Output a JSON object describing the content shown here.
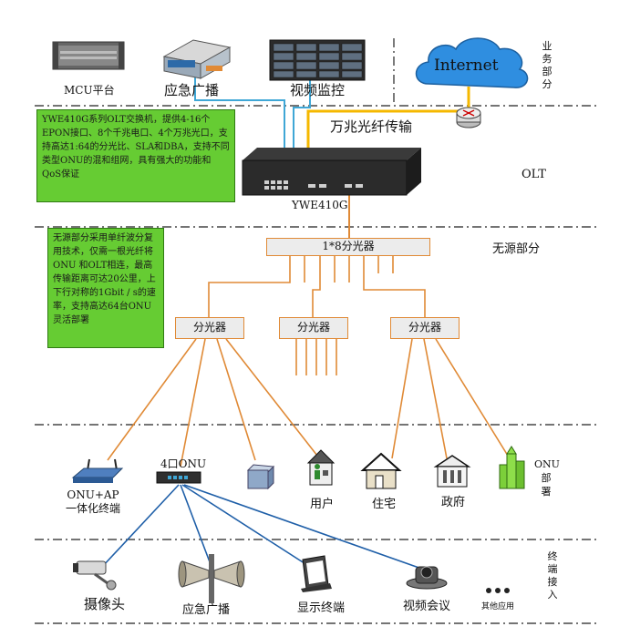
{
  "top": {
    "mcu_label": "MCU平台",
    "broadcast_label": "应急广播",
    "video_monitor_label": "视频监控",
    "internet_label": "Internet",
    "business_section": [
      "业",
      "务",
      "部",
      "分"
    ]
  },
  "olt": {
    "fiber_label": "万兆光纤传输",
    "device_label": "YWE410G",
    "section_label": "OLT",
    "description": "YWE410G系列OLT交换机，提供4-16个EPON接口、8个千兆电口、4个万兆光口，支持高达1:64的分光比、SLA和DBA，支持不同类型ONU的混和组网，具有强大的功能和QoS保证"
  },
  "passive": {
    "main_splitter": "1*8分光器",
    "section_label": "无源部分",
    "description": "无源部分采用单纤波分复用技术，仅需一根光纤将ONU 和OLT相连，最高传输距离可达20公里，上下行对称的1Gbit / s的速率，支持高达64台ONU 灵活部署",
    "splitters": [
      "分光器",
      "分光器",
      "分光器"
    ]
  },
  "onu": {
    "onu_ap_label_1": "ONU+AP",
    "onu_ap_label_2": "一体化终端",
    "four_port_label": "4口ONU",
    "user_label": "用户",
    "residence_label": "住宅",
    "government_label": "政府",
    "section_label": [
      "ONU",
      "部",
      "署"
    ]
  },
  "terminal": {
    "camera_label": "摄像头",
    "broadcast_label": "应急广播",
    "display_label": "显示终端",
    "videoconf_label": "视频会议",
    "other_label": "其他应用",
    "section_label": [
      "终",
      "端",
      "接",
      "入"
    ]
  },
  "colors": {
    "fiber_orange": "#e08a36",
    "fiber_yellow": "#f5b800",
    "cable_blue": "#1f5fa8",
    "cable_cyan": "#3fa7d6",
    "green_box": "#66cc33"
  }
}
